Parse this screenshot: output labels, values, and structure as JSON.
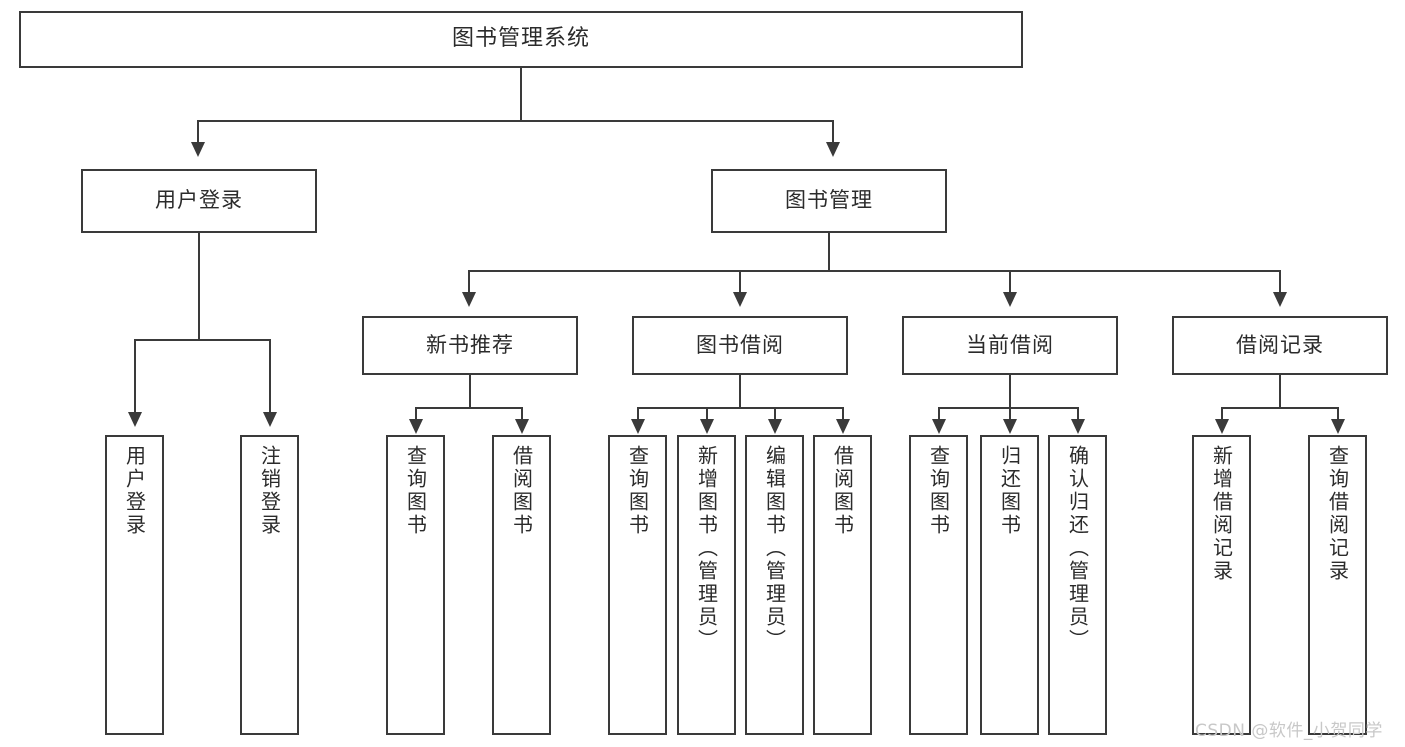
{
  "diagram": {
    "title": "图书管理系统",
    "type": "hierarchy-tree",
    "root": {
      "label": "图书管理系统"
    },
    "level2": [
      {
        "label": "用户登录"
      },
      {
        "label": "图书管理"
      }
    ],
    "level3": [
      {
        "label": "新书推荐"
      },
      {
        "label": "图书借阅"
      },
      {
        "label": "当前借阅"
      },
      {
        "label": "借阅记录"
      }
    ],
    "leaves": {
      "user_login": [
        {
          "label": "用户登录"
        },
        {
          "label": "注销登录"
        }
      ],
      "new_book_recommend": [
        {
          "label": "查询图书"
        },
        {
          "label": "借阅图书"
        }
      ],
      "book_borrow": [
        {
          "label": "查询图书"
        },
        {
          "label": "新增图书（管理员）"
        },
        {
          "label": "编辑图书（管理员）"
        },
        {
          "label": "借阅图书"
        }
      ],
      "current_borrow": [
        {
          "label": "查询图书"
        },
        {
          "label": "归还图书"
        },
        {
          "label": "确认归还（管理员）"
        }
      ],
      "borrow_records": [
        {
          "label": "新增借阅记录"
        },
        {
          "label": "查询借阅记录"
        }
      ]
    }
  },
  "watermark": {
    "text": "CSDN @软件_小贺同学"
  },
  "colors": {
    "stroke": "#3a3a3a",
    "background": "#ffffff",
    "text": "#2b2b2b",
    "watermark": "#c8c8c8"
  }
}
